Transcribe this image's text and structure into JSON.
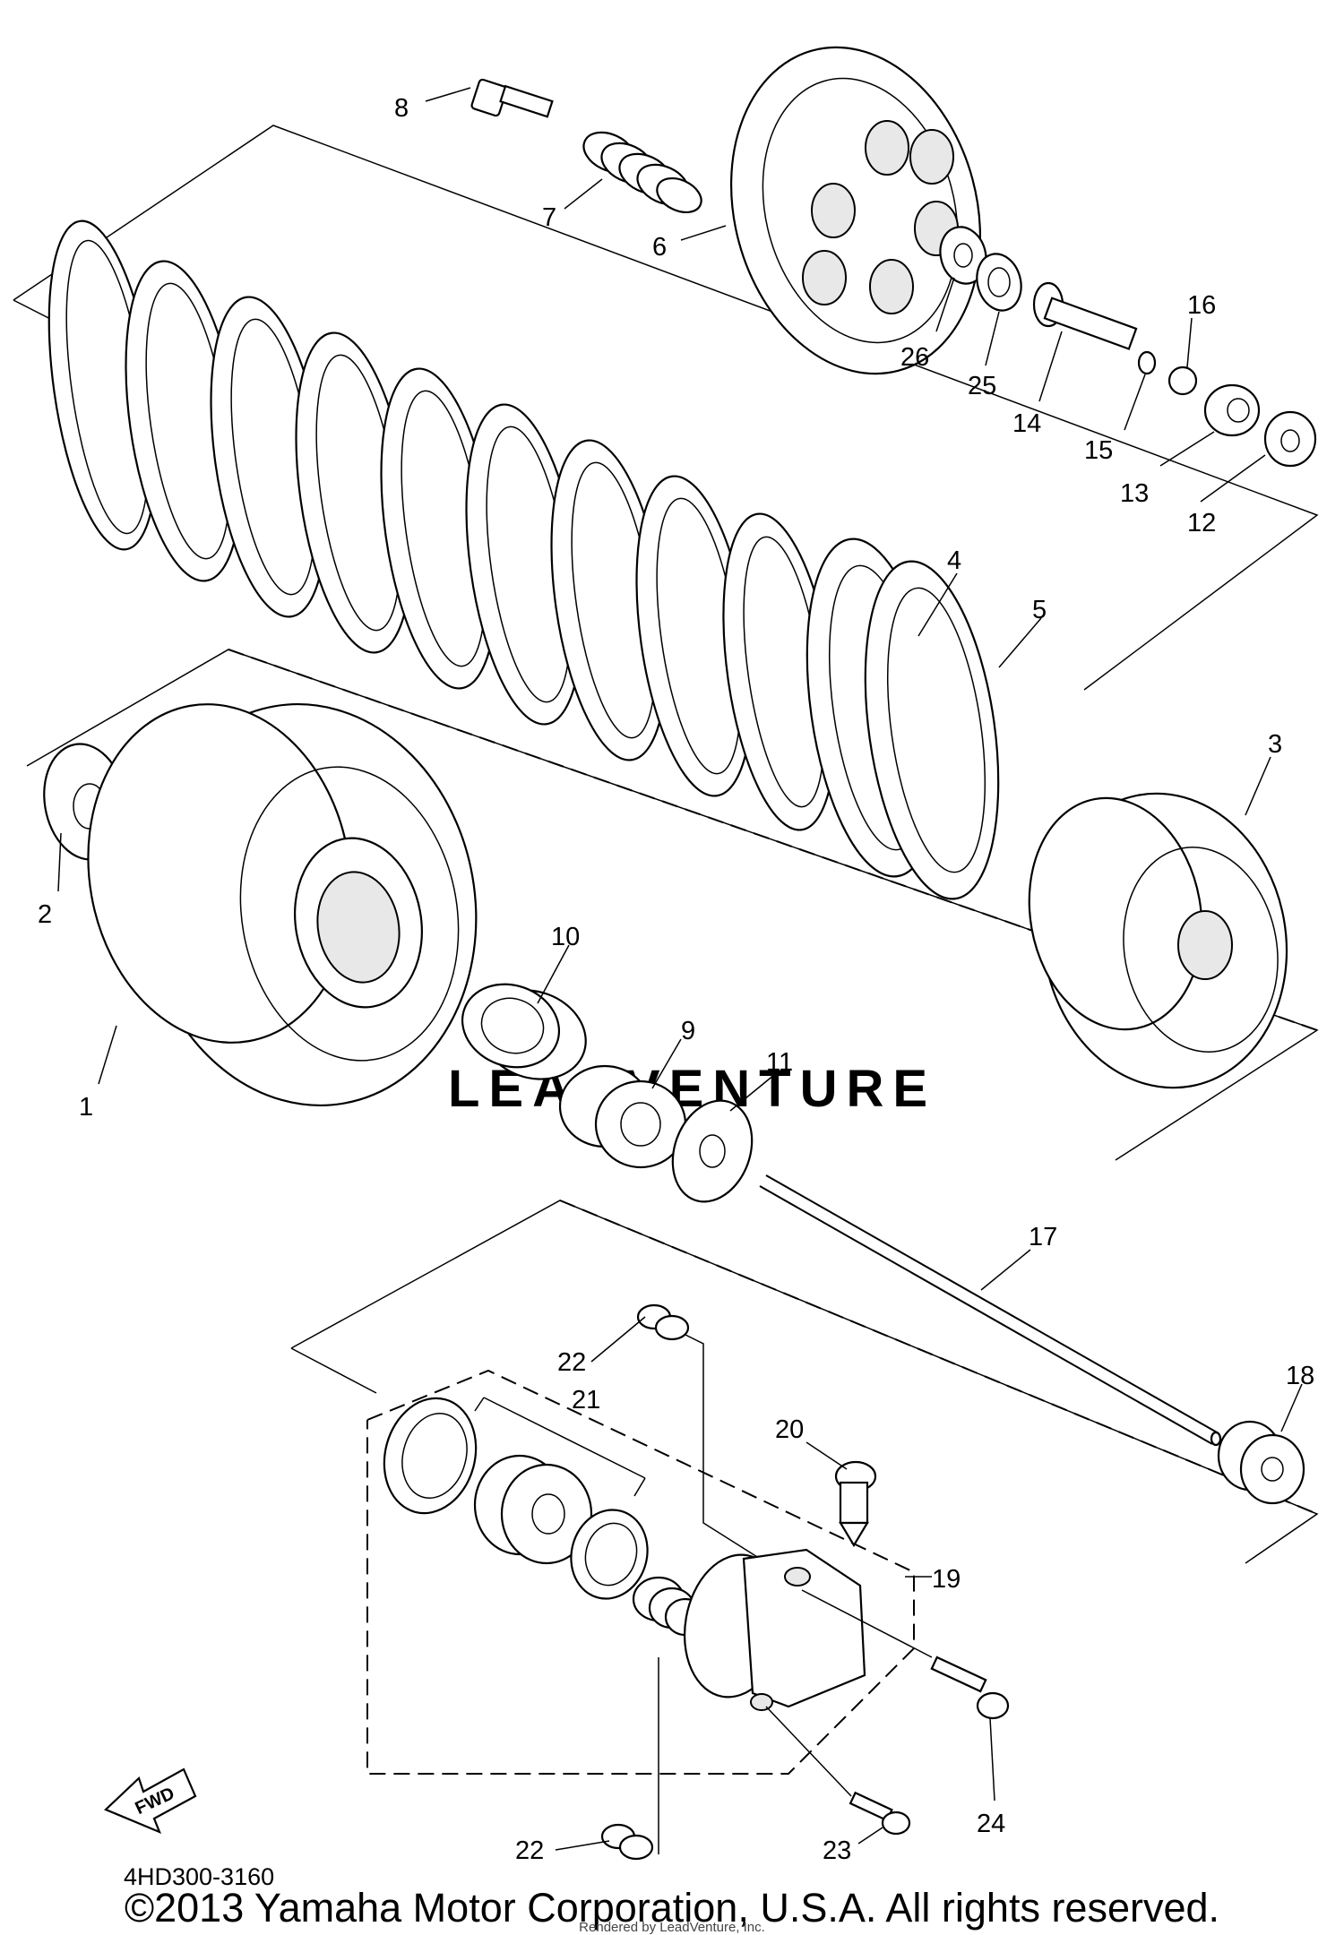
{
  "diagram": {
    "callouts": [
      "1",
      "2",
      "3",
      "4",
      "5",
      "6",
      "7",
      "8",
      "9",
      "10",
      "11",
      "12",
      "13",
      "14",
      "15",
      "16",
      "17",
      "18",
      "19",
      "20",
      "21",
      "22",
      "22",
      "23",
      "24",
      "25",
      "26"
    ],
    "fwd_label": "FWD",
    "watermark": "LEADVENTURE",
    "part_code": "4HD300-3160",
    "copyright": "©2013 Yamaha Motor Corporation, U.S.A. All rights reserved.",
    "rendered_by": "Rendered by LeadVenture, Inc."
  }
}
